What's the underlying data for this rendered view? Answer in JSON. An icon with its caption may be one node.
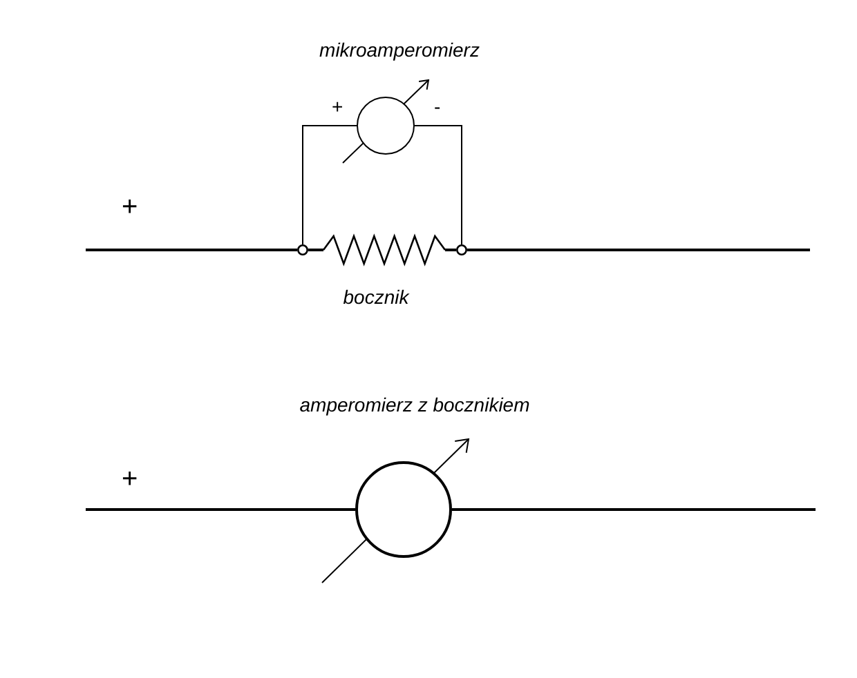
{
  "diagram": {
    "nodes": [
      {
        "text": [],
        "shape": "circle",
        "beside": [
          "mikroamperomierz"
        ]
      },
      {
        "text": [],
        "shape": "circle"
      },
      {
        "text": [],
        "shape": "resistor",
        "beside": [
          "bocznik"
        ]
      },
      {
        "text": [],
        "shape": "circle"
      },
      {
        "text": [],
        "shape": "circle",
        "beside": [
          "amperomierz z bocznikiem"
        ]
      }
    ],
    "edges": [
      {
        "from": null,
        "to": 1,
        "arrow": "none"
      },
      {
        "from": 1,
        "to": 2,
        "arrow": "none"
      },
      {
        "from": 2,
        "to": 3,
        "arrow": "none"
      },
      {
        "from": 3,
        "to": null,
        "arrow": "none"
      },
      {
        "from": 1,
        "to": 0,
        "arrow": "none"
      },
      {
        "from": 0,
        "to": 3,
        "arrow": "none"
      },
      {
        "from": null,
        "to": 4,
        "arrow": "none"
      },
      {
        "from": 4,
        "to": null,
        "arrow": "none"
      }
    ],
    "labels": [
      "+",
      "-",
      "+",
      "+"
    ]
  }
}
